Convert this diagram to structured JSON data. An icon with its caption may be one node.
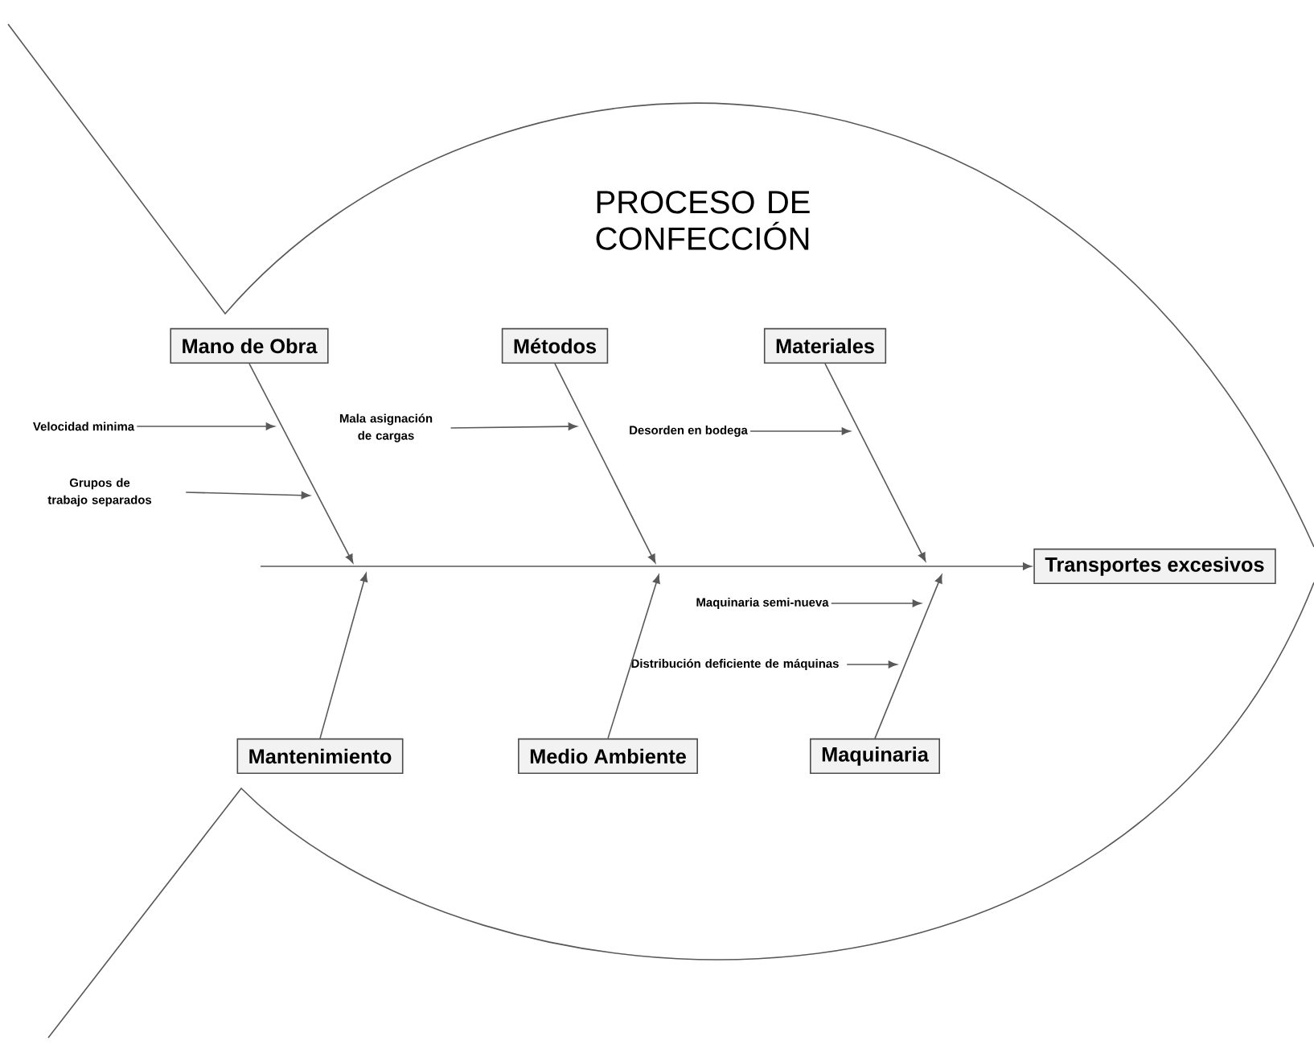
{
  "diagram": {
    "title": "PROCESO DE CONFECCIÓN",
    "nodes": [
      {
        "text": [
          "Mano de Obra"
        ]
      },
      {
        "text": [
          "Métodos"
        ]
      },
      {
        "text": [
          "Materiales"
        ]
      },
      {
        "text": [
          "Velocidad minima"
        ]
      },
      {
        "text": [
          "Mala asignación de cargas"
        ]
      },
      {
        "text": [
          "Desorden en bodega"
        ]
      },
      {
        "text": [
          "Grupos de trabajo separados"
        ]
      },
      {
        "text": [
          "Transportes excesivos"
        ]
      },
      {
        "text": [
          "Maquinaria semi-nueva"
        ]
      },
      {
        "text": [
          "Distribución deficiente de máquinas"
        ]
      },
      {
        "text": [
          "Mantenimiento"
        ]
      },
      {
        "text": [
          "Medio Ambiente"
        ]
      },
      {
        "text": [
          "Maquinaria"
        ]
      }
    ],
    "edges": [
      {
        "from": 0,
        "to": null,
        "arrow": "to"
      },
      {
        "from": 1,
        "to": null,
        "arrow": "to"
      },
      {
        "from": 2,
        "to": null,
        "arrow": "to"
      },
      {
        "from": 10,
        "to": null,
        "arrow": "to"
      },
      {
        "from": 11,
        "to": null,
        "arrow": "to"
      },
      {
        "from": 12,
        "to": null,
        "arrow": "to"
      },
      {
        "from": null,
        "to": 7,
        "arrow": "to"
      },
      {
        "from": 3,
        "to": null,
        "arrow": "to"
      },
      {
        "from": 6,
        "to": null,
        "arrow": "to"
      },
      {
        "from": 4,
        "to": null,
        "arrow": "to"
      },
      {
        "from": 5,
        "to": null,
        "arrow": "to"
      },
      {
        "from": 8,
        "to": null,
        "arrow": "to"
      },
      {
        "from": 9,
        "to": null,
        "arrow": "to"
      }
    ]
  }
}
